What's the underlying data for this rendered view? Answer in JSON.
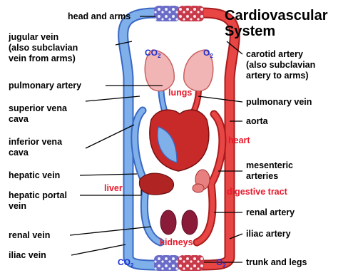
{
  "title": {
    "line1": "Cardiovascular",
    "line2": "System"
  },
  "labels": {
    "head_and_arms": "head and arms",
    "jugular_vein_1": "jugular vein",
    "jugular_vein_2": "(also subclavian",
    "jugular_vein_3": "vein from arms)",
    "pulmonary_artery": "pulmonary artery",
    "superior_vena_cava_1": "superior vena",
    "superior_vena_cava_2": "cava",
    "inferior_vena_cava_1": "inferior vena",
    "inferior_vena_cava_2": "cava",
    "hepatic_vein": "hepatic vein",
    "hepatic_portal_vein_1": "hepatic portal",
    "hepatic_portal_vein_2": "vein",
    "renal_vein": "renal vein",
    "iliac_vein": "iliac vein",
    "carotid_artery_1": "carotid artery",
    "carotid_artery_2": "(also subclavian",
    "carotid_artery_3": "artery to arms)",
    "pulmonary_vein": "pulmonary vein",
    "aorta": "aorta",
    "mesenteric_arteries_1": "mesenteric",
    "mesenteric_arteries_2": "arteries",
    "renal_artery": "renal artery",
    "iliac_artery": "iliac artery",
    "trunk_and_legs": "trunk and legs"
  },
  "organ_labels": {
    "lungs": "lungs",
    "heart": "heart",
    "liver": "liver",
    "digestive_tract": "digestive tract",
    "kidneys": "kidneys"
  },
  "gases": {
    "co2_top": "CO",
    "o2_top": "O",
    "co2_bottom": "CO",
    "o2_bottom": "O",
    "sub2": "2"
  },
  "colors": {
    "vein_blue": "#7fb0ea",
    "vein_edge": "#3a67c4",
    "artery_red": "#e84545",
    "artery_edge": "#a81c1c",
    "organ_red": "#b02424",
    "lung_pink": "#f2b5b5",
    "label_red": "#e8182a",
    "label_blue": "#1a2fd0"
  }
}
